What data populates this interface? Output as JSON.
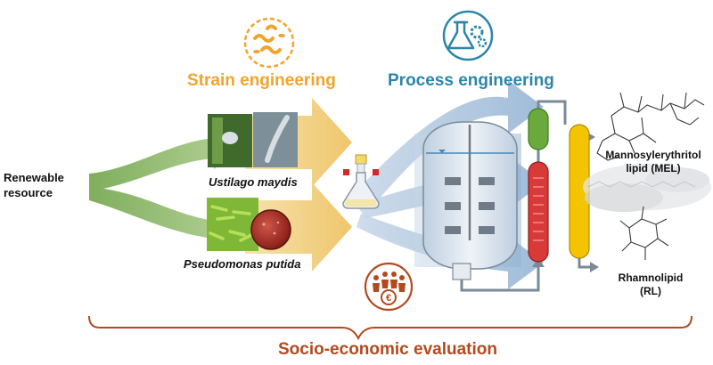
{
  "headings": {
    "strain": "Strain engineering",
    "process": "Process engineering"
  },
  "source": {
    "line1": "Renewable",
    "line2": "resource"
  },
  "organisms": {
    "fungus": "Ustilago maydis",
    "bacterium": "Pseudomonas putida"
  },
  "products": {
    "mel": {
      "line1": "Mannosylerythritol",
      "line2": "lipid (MEL)"
    },
    "rl": {
      "line1": "Rhamnolipid",
      "line2": "(RL)"
    }
  },
  "footer": "Socio-economic evaluation",
  "colors": {
    "strain": "#f0a42d",
    "process": "#2b86a8",
    "footer": "#b24a1f",
    "green_arrow": "#9bbf7a",
    "yellow_arrow": "#f2d38a",
    "blue_arrow": "#9fbad6",
    "column_green": "#6aaa3c",
    "column_red": "#d83a3a",
    "column_yellow": "#f5c400"
  },
  "icons": [
    "bacteria-icon",
    "flask-gear-icon",
    "people-coin-icon",
    "shake-flask-icon",
    "bioreactor-icon"
  ]
}
